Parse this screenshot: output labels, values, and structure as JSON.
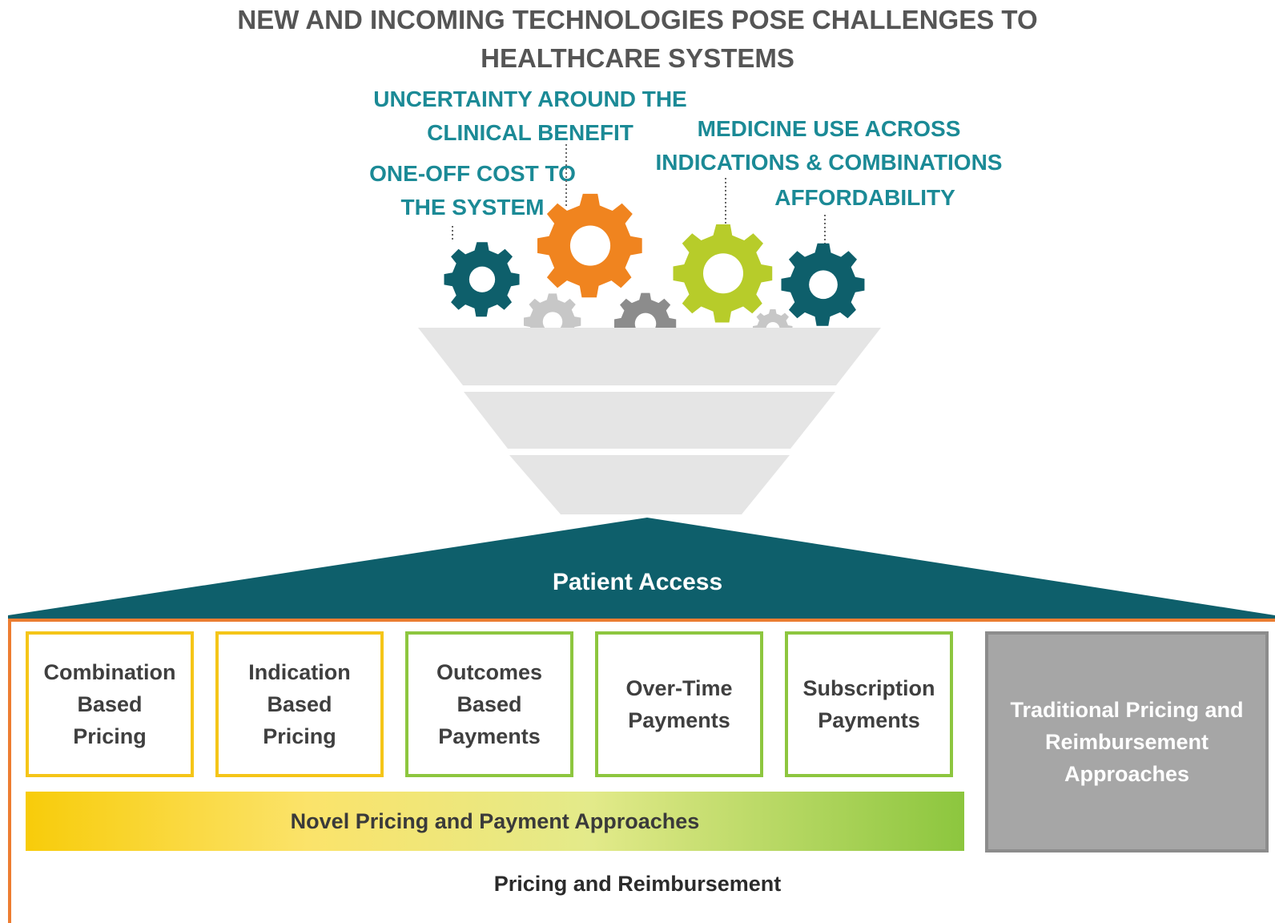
{
  "title": {
    "line1": "NEW AND INCOMING TECHNOLOGIES POSE CHALLENGES TO",
    "line2": "HEALTHCARE SYSTEMS"
  },
  "challenges": {
    "uncertainty": "UNCERTAINTY AROUND THE\nCLINICAL BENEFIT",
    "one_off_cost": "ONE-OFF COST TO\nTHE SYSTEM",
    "medicine_use": "MEDICINE USE ACROSS\nINDICATIONS & COMBINATIONS",
    "affordability": "AFFORDABILITY"
  },
  "patient_access": "Patient Access",
  "approaches": [
    {
      "label": "Combination\nBased\nPricing",
      "group": "yellow"
    },
    {
      "label": "Indication\nBased\nPricing",
      "group": "yellow"
    },
    {
      "label": "Outcomes\nBased\nPayments",
      "group": "green"
    },
    {
      "label": "Over-Time\nPayments",
      "group": "green"
    },
    {
      "label": "Subscription\nPayments",
      "group": "green"
    }
  ],
  "novel_label": "Novel Pricing and Payment Approaches",
  "traditional_label": "Traditional Pricing and\nReimbursement\nApproaches",
  "pricing_label": "Pricing and Reimbursement",
  "colors": {
    "teal": "#1b8a96",
    "dark_teal": "#0e5f6b",
    "orange": "#f0841f",
    "lime": "#b7cc2a",
    "grey": "#a6a6a6",
    "yellow": "#f5c518",
    "green": "#8dc63f",
    "frame_orange": "#ed7d31"
  },
  "icons": [
    "gear-icon"
  ]
}
